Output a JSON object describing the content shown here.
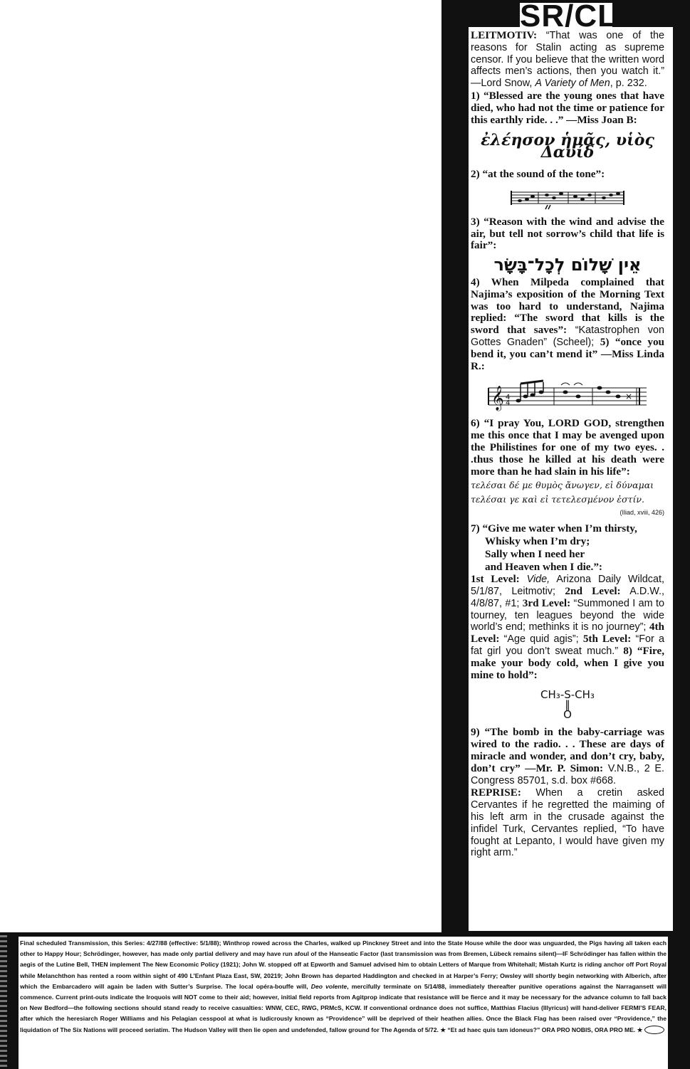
{
  "masthead": "SR/CL",
  "fragments": [
    "n",
    "l",
    "i",
    "f",
    "s",
    "r",
    "o",
    "e",
    "e",
    "s",
    "g",
    "i",
    "n"
  ],
  "leitmotiv": {
    "label": "LEITMOTIV:",
    "quote": "“That was one of the reasons for Stalin acting as supreme censor. If you believe that the written word affects men’s actions, then you watch it.” —Lord Snow, ",
    "book": "A Variety of Men",
    "page": ", p. 232."
  },
  "item1": {
    "text": "1) “Blessed are the young ones that have died, who had not the time or patience for this earthly ride. . .” —Miss Joan B:",
    "greek": "ἐλέησον ἡμᾶς, υἱὸς Δαυίδ"
  },
  "item2": {
    "text": "2) “at the sound of the tone”:"
  },
  "item3": {
    "text": "3) “Reason with the wind and advise the air, but tell not sorrow’s child that life is fair”:",
    "hebrew": "אֵין שָׁלוֹם לְכָל־בָּשָׂר"
  },
  "item4": {
    "text": "4) When Milpeda complained that Najima’s exposition of the Morning Text was too hard to understand, Najima replied: “The sword that kills is the sword that saves”:",
    "plain": " “Katastrophen von Gottes Gnaden” (Scheel); ",
    "item5": "5) “once you bend it, you can’t mend it” —Miss Linda R.:"
  },
  "item6": {
    "text": "6) “I pray You, LORD GOD, strengthen me this once that I may be avenged upon the Philistines for one of my two eyes. . .thus those he killed at his death were more than he had slain in his life”:",
    "greek1": "τελέσαι δέ με θυμὸς ἄνωγεν, εἰ δύναμαι",
    "greek2": "τελέσαι γε καὶ εἰ τετελεσμένον ἐστίν.",
    "cite": "(Iliad, xviii, 426)"
  },
  "item7": {
    "intro": "7) “Give me water when I’m thirsty,",
    "lines": [
      "Whisky when I’m dry;",
      "Sally when I need her",
      "and Heaven when I die.”:"
    ]
  },
  "levels": {
    "l1_label": "1st Level:",
    "l1_vide": " Vide,",
    "l1_text": " Arizona Daily Wildcat, 5/1/87, Leitmotiv; ",
    "l2_label": "2nd Level:",
    "l2_text": " A.D.W., 4/8/87, #1; ",
    "l3_label": "3rd Level:",
    "l3_text": " “Summoned I am to tourney, ten leagues beyond the wide world’s end; methinks it is no journey”; ",
    "l4_label": "4th Level:",
    "l4_text": " “Age quid agis”; ",
    "l5_label": "5th Level:",
    "l5_text": " “For a fat girl you don’t sweat much.” ",
    "item8": "8) “Fire, make your body cold, when I give you mine to hold”:"
  },
  "formula": {
    "line": "CH₃-S-CH₃",
    "bond": "‖",
    "oxygen": "O"
  },
  "item9": {
    "text": "9) “The bomb in the baby-carriage was wired to the radio. . . These are days of miracle and wonder, and don’t cry, baby, don’t cry” —Mr. P. Simon:",
    "address": " V.N.B., 2 E. Congress 85701, s.d. box #668."
  },
  "reprise": {
    "label": "REPRISE:",
    "text": " When a cretin asked Cervantes if he regretted the maiming of his left arm in the crusade against the infidel Turk, Cervantes replied, “To have fought at Lepanto, I would have given my right arm.”"
  },
  "footer": {
    "p1": "Final scheduled Transmission, this Series: 4/27/88 (effective: 5/1/88); Winthrop rowed across the Charles, walked up Pinckney Street and into the State House while the door was unguarded, the Pigs having all taken each other to Happy Hour; Schrödinger, however, has made only partial delivery and may have run afoul of the Hanseatic Factor (last transmission was from Bremen, Lübeck remains silent)—IF Schrödinger has fallen within the aegis of the Lutine Bell, THEN implement The New Economic Policy (1921); John W. stopped off at Epworth and Samuel advised him to obtain Letters of Marque from Whitehall; Mistah Kurtz is riding anchor off Port Royal while Melanchthon has rented a room within sight of 490 L’Enfant Plaza East, SW, 20219; John Brown has departed Haddington and checked in at Harper’s Ferry; Owsley will shortly begin networking with Alberich, after which the Embarcadero will again be laden with Sutter’s Surprise. The local opéra-bouffe will, ",
    "deo": "Deo volente",
    "p2": ", mercifully terminate on 5/14/88, immediately thereafter punitive operations against the Narragansett will commence. Current print-outs indicate the Iroquois will NOT come to their aid; however, initial field reports from Agitprop indicate that resistance will be fierce and it may be necessary for the advance column to fall back on New Bedford—the following sections should stand ready to receive casualties: WNW, CEC, RWG, PRMcS, KCW. If conventional ordnance does not suffice, Matthias Flacius (Illyricus) will hand-deliver FERMI’S FEAR, after which the heresiarch Roger Williams and his Pelagian cesspool at what is ludicrously known as “Providence” will be deprived of their heathen allies. Once the Black Flag has been raised over “Providence,” the liquidation of The Six Nations will proceed seriatim. The Hudson Valley will then lie open and undefended, fallow ground for The Agenda of 5/72. ★ “Et ad haec quis tam idoneus?” ORA PRO NOBIS, ORA PRO ME. ★"
  }
}
